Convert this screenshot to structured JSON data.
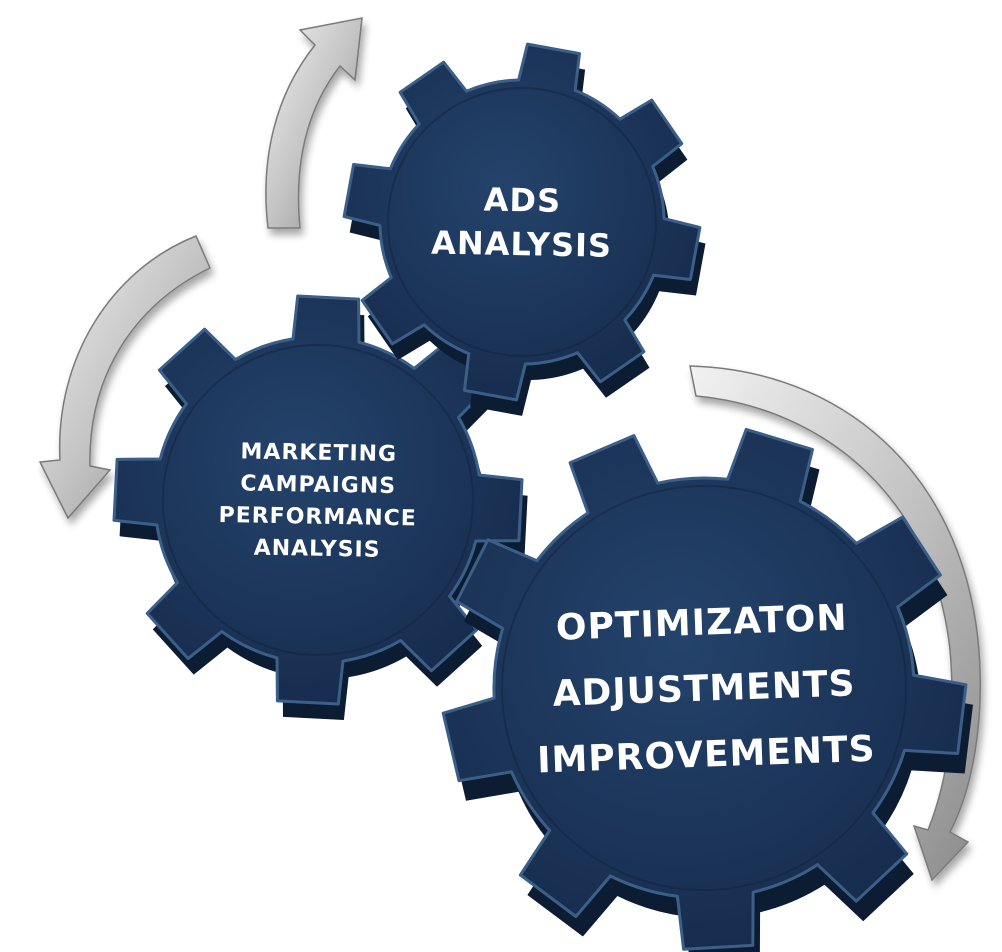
{
  "diagram": {
    "gears": [
      {
        "name": "gear-ads-analysis",
        "lines": [
          "ADS",
          "ANALYSIS"
        ]
      },
      {
        "name": "gear-marketing",
        "lines": [
          "MARKETING",
          "CAMPAIGNS",
          "PERFORMANCE",
          "ANALYSIS"
        ]
      },
      {
        "name": "gear-optimization",
        "lines": [
          "OPTIMIZATON",
          "ADJUSTMENTS",
          "IMPROVEMENTS"
        ]
      }
    ],
    "colors": {
      "gear_face": "#1b3557",
      "gear_side": "#0c1d33",
      "gear_highlight": "#3c5f88",
      "text": "#ffffff",
      "arrow_light": "#e6e6e6",
      "arrow_dark": "#8c8c8c"
    }
  }
}
